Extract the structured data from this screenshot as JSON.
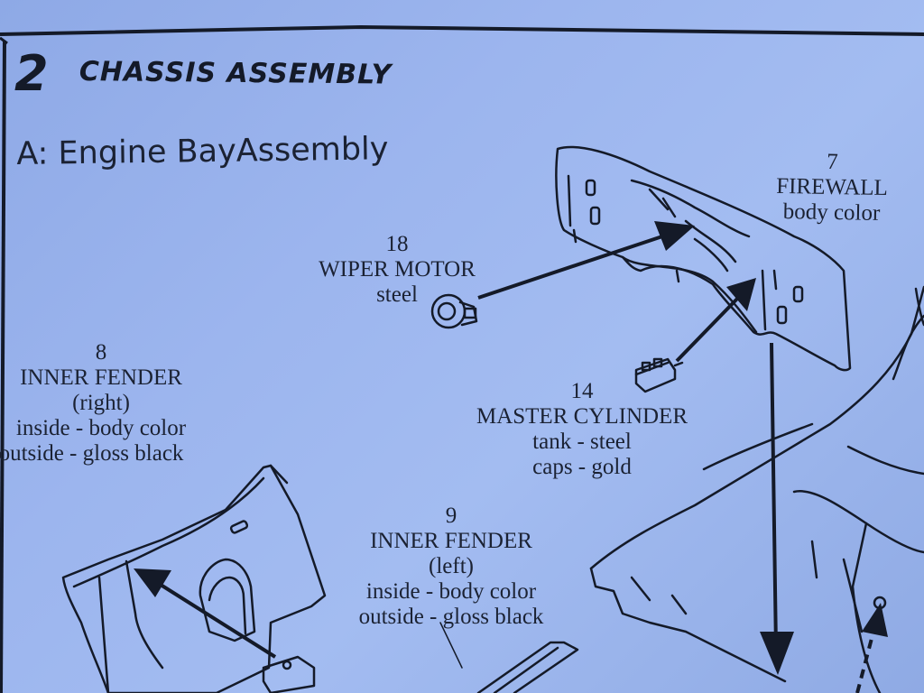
{
  "header": {
    "step_number": "2",
    "step_title": "CHASSIS ASSEMBLY"
  },
  "subsection": {
    "title": "A: Engine BayAssembly"
  },
  "parts": {
    "firewall": {
      "number": "7",
      "name": "FIREWALL",
      "finish": "body color"
    },
    "wiper_motor": {
      "number": "18",
      "name": "WIPER MOTOR",
      "finish": "steel"
    },
    "inner_fender_right": {
      "number": "8",
      "name": "INNER FENDER",
      "side": "(right)",
      "inside": "inside - body color",
      "outside": "outside - gloss black"
    },
    "master_cylinder": {
      "number": "14",
      "name": "MASTER CYLINDER",
      "tank": "tank - steel",
      "caps": "caps - gold"
    },
    "inner_fender_left": {
      "number": "9",
      "name": "INNER FENDER",
      "side": "(left)",
      "inside": "inside - body color",
      "outside": "outside - gloss black"
    }
  },
  "colors": {
    "paper": "#9cb5ee",
    "ink": "#141a28"
  }
}
